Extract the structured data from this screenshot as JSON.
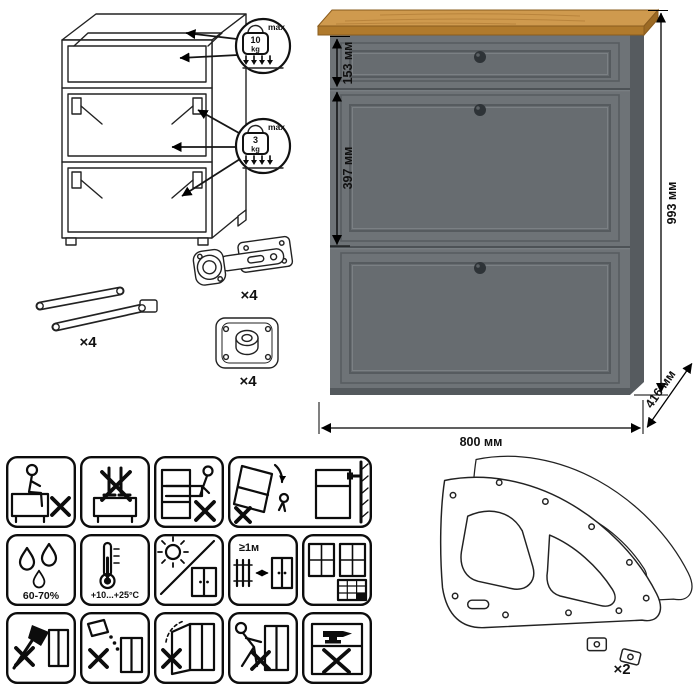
{
  "sheet": {
    "kind": "furniture-instruction-sheet"
  },
  "load_callouts": [
    {
      "weight": "10",
      "unit": "kg",
      "limit": "max"
    },
    {
      "weight": "3",
      "unit": "kg",
      "limit": "max"
    }
  ],
  "hardware": {
    "flap_stay": {
      "qty": "×4"
    },
    "hinge": {
      "qty": "×4"
    },
    "mounting_plate": {
      "qty": "×4"
    },
    "side_panel": {
      "qty": "×2"
    }
  },
  "dimensions": {
    "top_drawer_height": "153 мм",
    "middle_flap_height": "397 мм",
    "total_height": "993 мм",
    "width": "800 мм",
    "depth": "416 мм"
  },
  "care_labels": {
    "humidity_range": "60-70%",
    "temperature_range": "+10...+25°C",
    "heat_distance": "≥1м"
  },
  "colors": {
    "cabinet_body": "#6e7377",
    "cabinet_side": "#565b5f",
    "wood_top": "#cf9a4e",
    "wood_edge": "#b07a2c",
    "knob": "#2e3337",
    "line_art": "#1f1f1f"
  }
}
